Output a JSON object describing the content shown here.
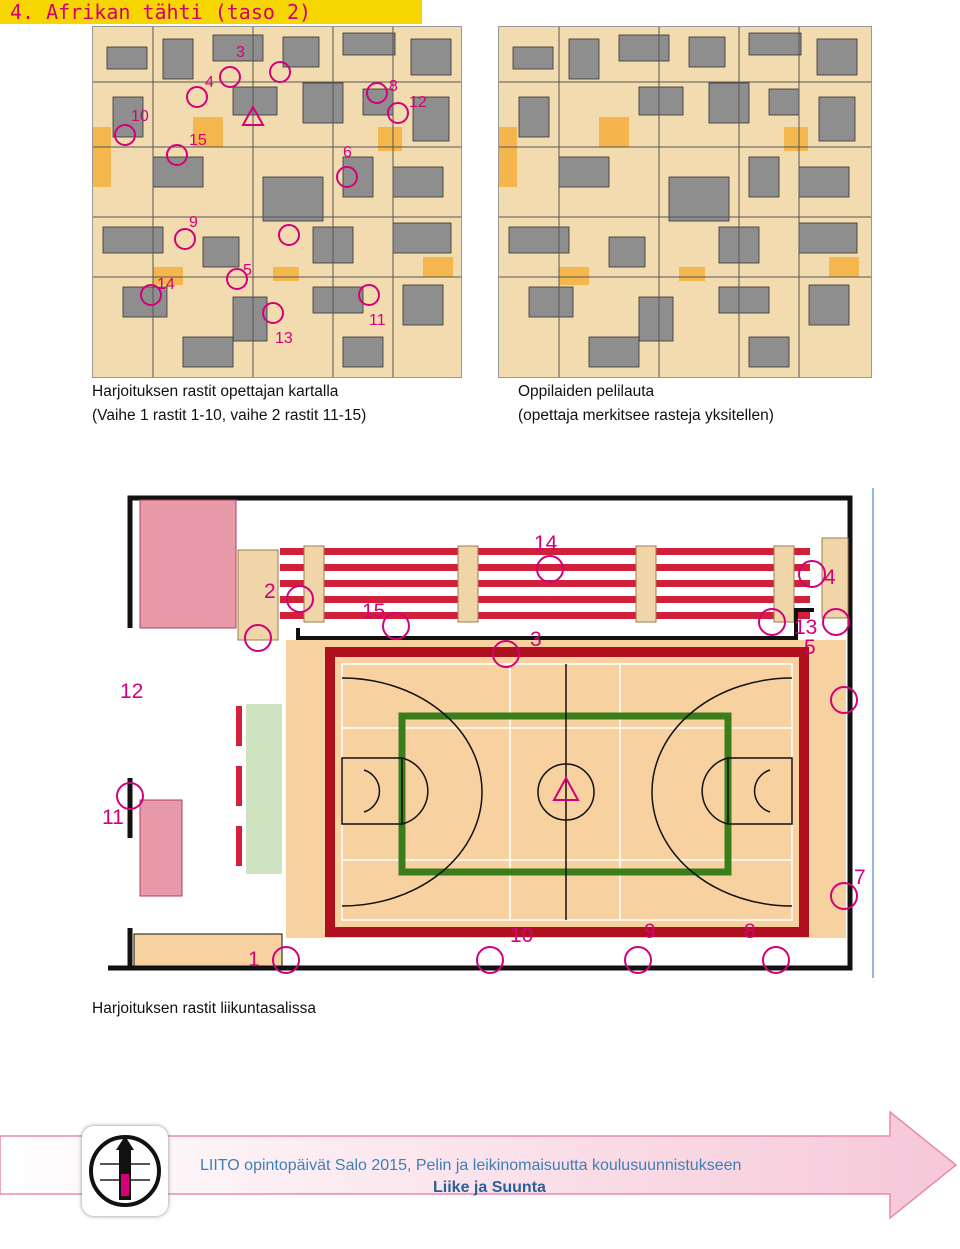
{
  "title": "4. Afrikan tähti (taso 2)",
  "map_left": {
    "control_labels": [
      "3",
      "4",
      "8",
      "12",
      "10",
      "15",
      "6",
      "9",
      "5",
      "14",
      "13",
      "11"
    ]
  },
  "captions": {
    "left_line1": "Harjoituksen rastit opettajan kartalla",
    "left_line2": "(Vaihe 1 rastit 1-10, vaihe 2 rastit 11-15)",
    "right_line1": "Oppilaiden pelilauta",
    "right_line2": "(opettaja merkitsee rasteja yksitellen)",
    "gym": "Harjoituksen rastit liikuntasalissa"
  },
  "gym_controls": [
    "14",
    "2",
    "15",
    "3",
    "4",
    "13",
    "5",
    "12",
    "11",
    "7",
    "1",
    "10",
    "9",
    "8"
  ],
  "footer": {
    "line1": "LIITO opintopäivät Salo 2015, Pelin ja leikinomaisuutta koulusuunnistukseen",
    "line2": "Liike ja Suunta"
  },
  "colors": {
    "title_bg": "#f7d600",
    "control_magenta": "#d4007a",
    "court_red": "#b0101e",
    "court_green": "#3a7d1a",
    "court_floor": "#f7d2a0",
    "footer_blue": "#3e7fb8"
  }
}
